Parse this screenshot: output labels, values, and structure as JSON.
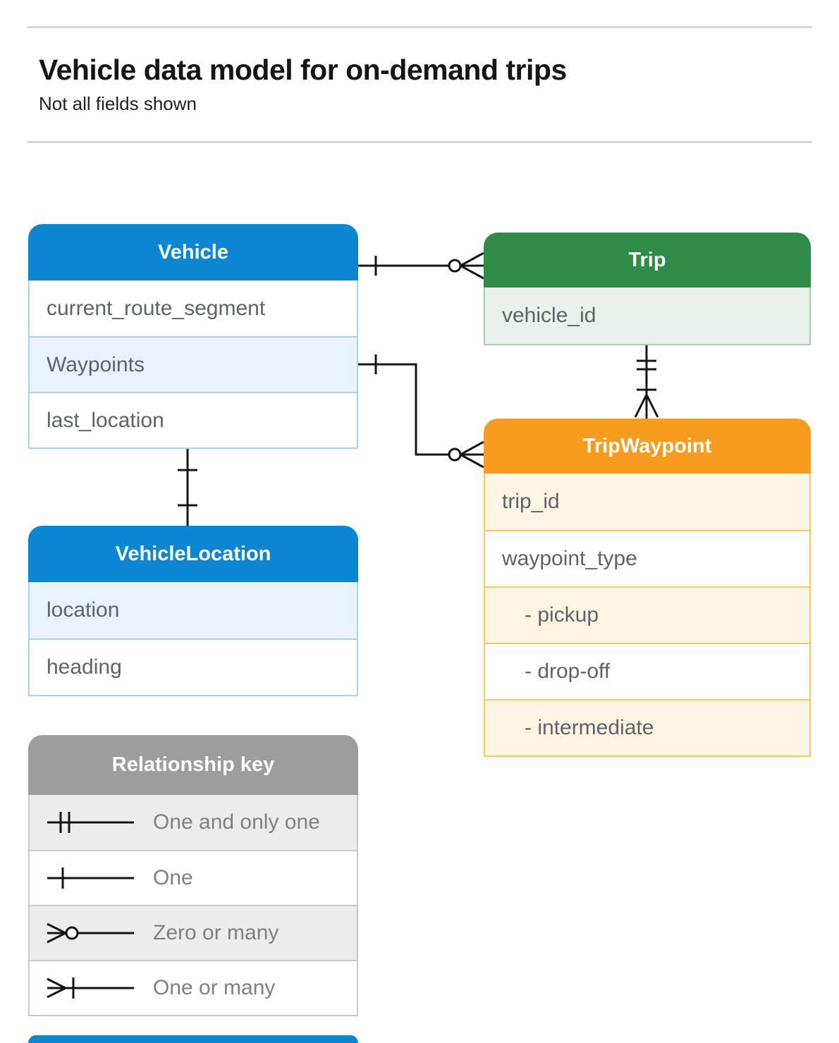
{
  "header": {
    "title": "Vehicle data model for on-demand trips",
    "subtitle": "Not all fields shown"
  },
  "tables": {
    "vehicle": {
      "title": "Vehicle",
      "rows": [
        "current_route_segment",
        "Waypoints",
        "last_location"
      ]
    },
    "trip": {
      "title": "Trip",
      "rows": [
        "vehicle_id"
      ]
    },
    "trip_waypoint": {
      "title": "TripWaypoint",
      "rows": [
        "trip_id",
        "waypoint_type",
        "- pickup",
        "- drop-off",
        "- intermediate"
      ]
    },
    "vehicle_location": {
      "title": "VehicleLocation",
      "rows": [
        "location",
        "heading"
      ]
    }
  },
  "legend": {
    "title": "Relationship key",
    "items": [
      {
        "symbol": "one-and-only-one",
        "label": "One and only one"
      },
      {
        "symbol": "one",
        "label": "One"
      },
      {
        "symbol": "zero-or-many",
        "label": "Zero or many"
      },
      {
        "symbol": "one-or-many",
        "label": "One or many"
      }
    ]
  },
  "relationships": [
    {
      "from": "Vehicle",
      "to": "Trip",
      "from_cardinality": "one",
      "to_cardinality": "zero or many"
    },
    {
      "from": "Vehicle.Waypoints",
      "to": "TripWaypoint",
      "from_cardinality": "one",
      "to_cardinality": "zero or many"
    },
    {
      "from": "Trip",
      "to": "TripWaypoint",
      "from_cardinality": "one and only one",
      "to_cardinality": "one or many"
    },
    {
      "from": "Vehicle",
      "to": "VehicleLocation",
      "from_cardinality": "one",
      "to_cardinality": "one"
    }
  ],
  "colors": {
    "blue_header": "#0b86d2",
    "blue_tint": "#e8f2fc",
    "blue_border": "#abd4f3",
    "green_header": "#2e8b48",
    "green_tint": "#e9f1ea",
    "green_border": "#a8ccb2",
    "orange_header": "#f89b1f",
    "orange_tint": "#fdf4e3",
    "orange_border": "#fbc75f",
    "gray_header": "#9d9d9d",
    "gray_tint": "#ececec",
    "row_text": "#5f6368"
  }
}
